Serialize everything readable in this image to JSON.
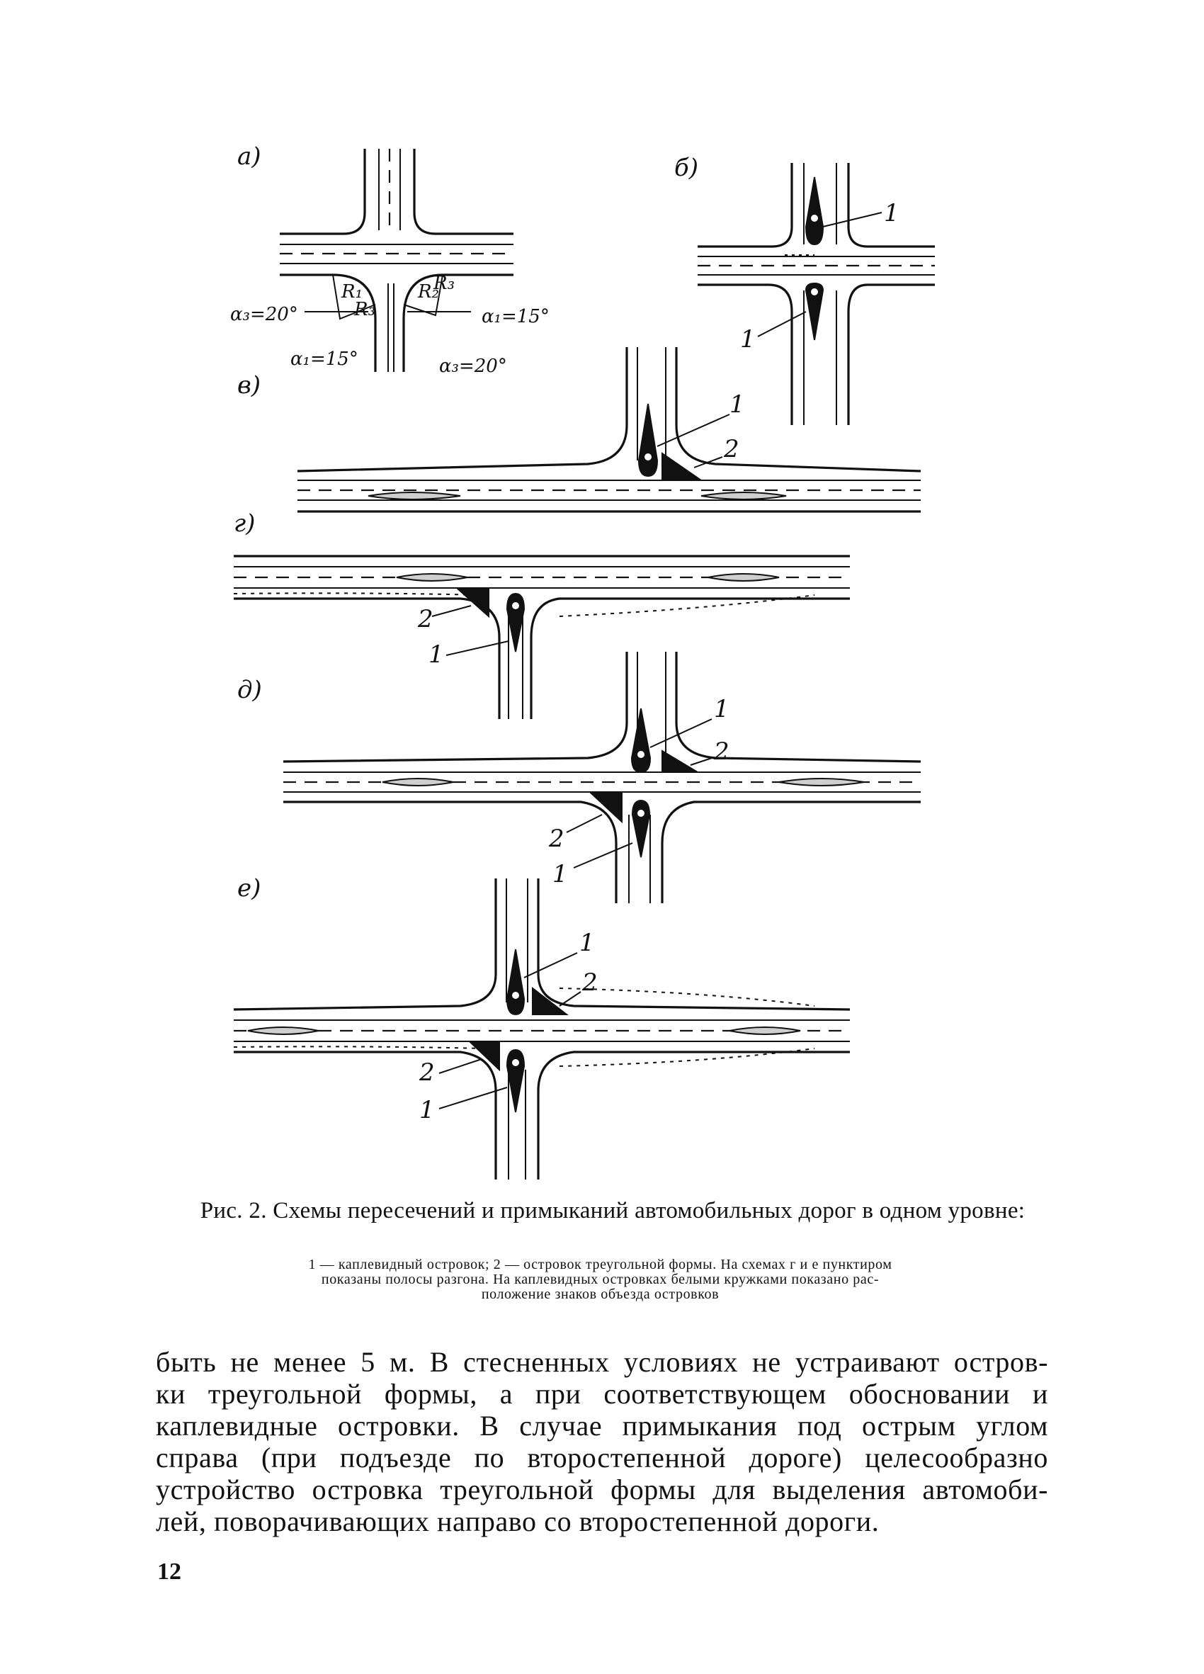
{
  "figure": {
    "panel_labels": {
      "a": "а)",
      "b": "б)",
      "v": "в)",
      "g": "г)",
      "d": "д)",
      "e": "е)"
    },
    "callouts": {
      "one": "1",
      "two": "2"
    },
    "angles": {
      "alpha3_left": "α₃=20°",
      "alpha1_bottom": "α₁=15°",
      "alpha1_right": "α₁=15°",
      "alpha3_bottom": "α₃=20°"
    },
    "radii": {
      "r1": "R₁",
      "r2": "R₂",
      "r3": "R₃"
    }
  },
  "caption": {
    "title": "Рис. 2. Схемы пересечений и примыканий автомобильных дорог в одном уровне:",
    "legend_line1": "1 — каплевидный островок; 2 — островок треугольной формы. На схемах г и е пунктиром",
    "legend_line2": "показаны полосы разгона. На каплевидных островках белыми кружками показано рас-",
    "legend_line3": "положение знаков объезда островков"
  },
  "body": {
    "line1": "быть не менее 5 м. В стесненных условиях не устраивают остров-",
    "line2": "ки треугольной формы, а при соответствующем обосновании и",
    "line3": "каплевидные островки. В случае примыкания под острым углом",
    "line4": "справа (при подъезде по второстепенной дороге) целесообразно",
    "line5": "устройство островка треугольной формы для выделения автомоби-",
    "line6": "лей, поворачивающих направо со второстепенной дороги."
  },
  "page_number": "12"
}
